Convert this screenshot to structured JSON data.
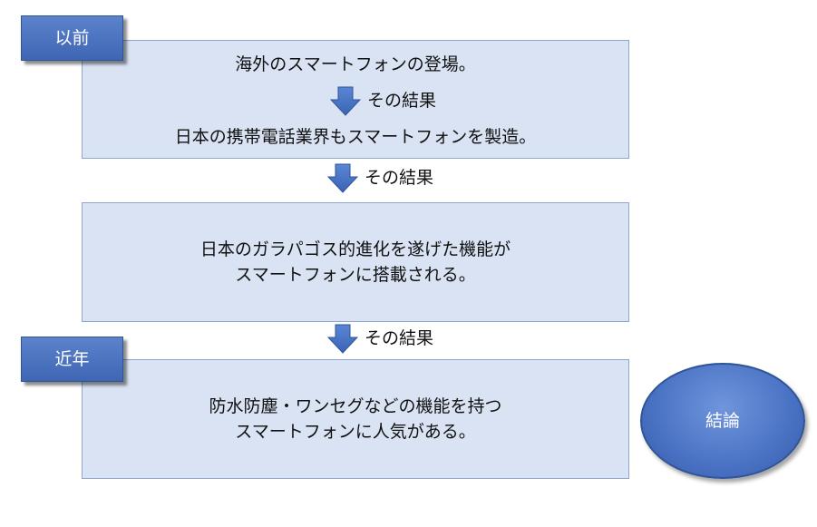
{
  "tags": {
    "before": "以前",
    "recent": "近年"
  },
  "box1": {
    "line1": "海外のスマートフォンの登場。",
    "result": "その結果",
    "line2": "日本の携帯電話業界もスマートフォンを製造。"
  },
  "connector1": {
    "label": "その結果"
  },
  "box2": {
    "line1": "日本のガラパゴス的進化を遂げた機能が",
    "line2": "スマートフォンに搭載される。"
  },
  "connector2": {
    "label": "その結果"
  },
  "box3": {
    "line1": "防水防塵・ワンセグなどの機能を持つ",
    "line2": "スマートフォンに人気がある。"
  },
  "conclusion": {
    "label": "結論"
  },
  "colors": {
    "box_fill": "#dae3f3",
    "box_border": "#8fa6cf",
    "accent": "#4472c4"
  }
}
